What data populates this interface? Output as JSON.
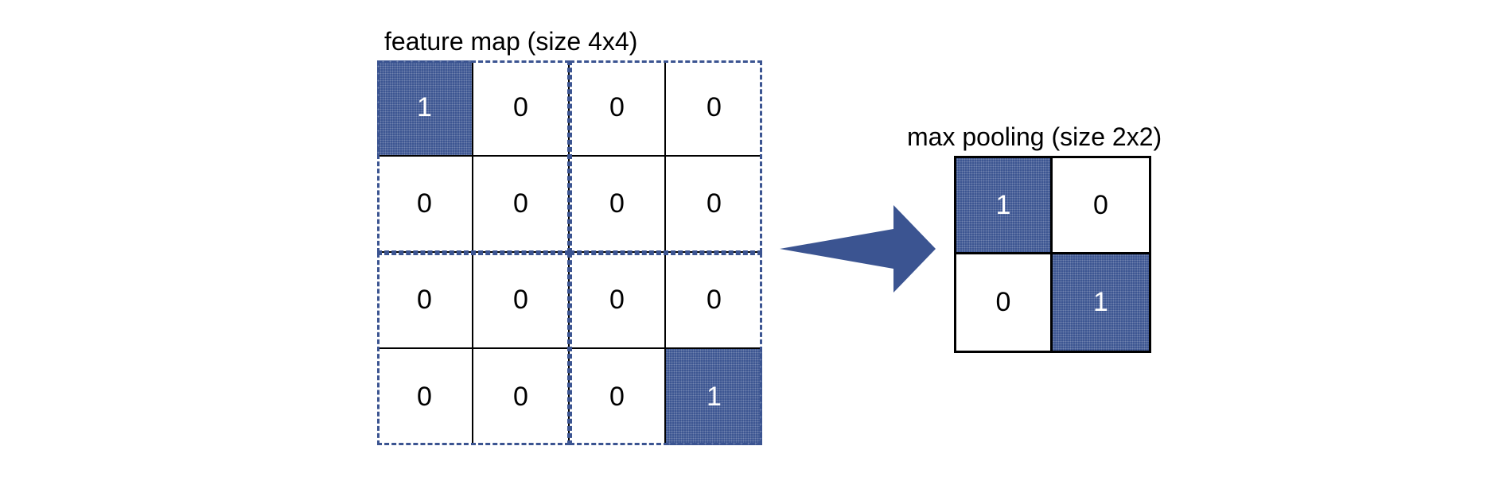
{
  "feature_map": {
    "title": "feature map (size 4x4)",
    "values": [
      [
        "1",
        "0",
        "0",
        "0"
      ],
      [
        "0",
        "0",
        "0",
        "0"
      ],
      [
        "0",
        "0",
        "0",
        "0"
      ],
      [
        "0",
        "0",
        "0",
        "1"
      ]
    ],
    "highlighted": [
      [
        0,
        0
      ],
      [
        3,
        3
      ]
    ]
  },
  "max_pooling": {
    "title": "max pooling (size 2x2)",
    "values": [
      [
        "1",
        "0"
      ],
      [
        "0",
        "1"
      ]
    ],
    "highlighted": [
      [
        0,
        0
      ],
      [
        1,
        1
      ]
    ]
  },
  "colors": {
    "accent": "#3b5491",
    "highlight_text": "#ffffff",
    "grid_line": "#000000"
  }
}
